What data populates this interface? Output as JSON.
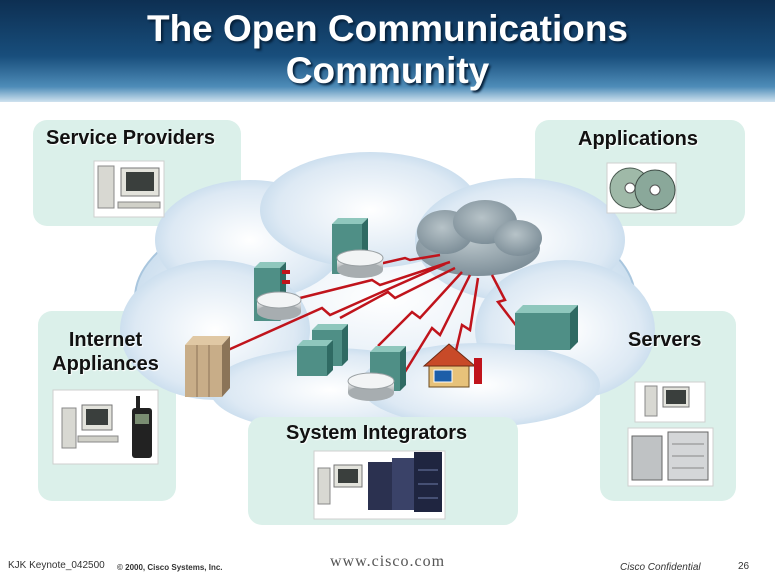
{
  "slide": {
    "title_line1": "The Open Communications",
    "title_line2": "Community"
  },
  "groups": {
    "service_providers": "Service Providers",
    "applications": "Applications",
    "internet_appliances_line1": "Internet",
    "internet_appliances_line2": "Appliances",
    "servers": "Servers",
    "system_integrators": "System Integrators"
  },
  "footer": {
    "keynote": "KJK Keynote_042500",
    "copyright": "© 2000, Cisco Systems, Inc.",
    "website": "www.cisco.com",
    "confidential": "Cisco Confidential",
    "page_number": "26"
  },
  "colors": {
    "header_dark": "#0d2f52",
    "box_fill": "#dbf0ea",
    "cloud_fill": "#cfe4f2",
    "link_red": "#c0141c",
    "device_green": "#4f8f86"
  }
}
